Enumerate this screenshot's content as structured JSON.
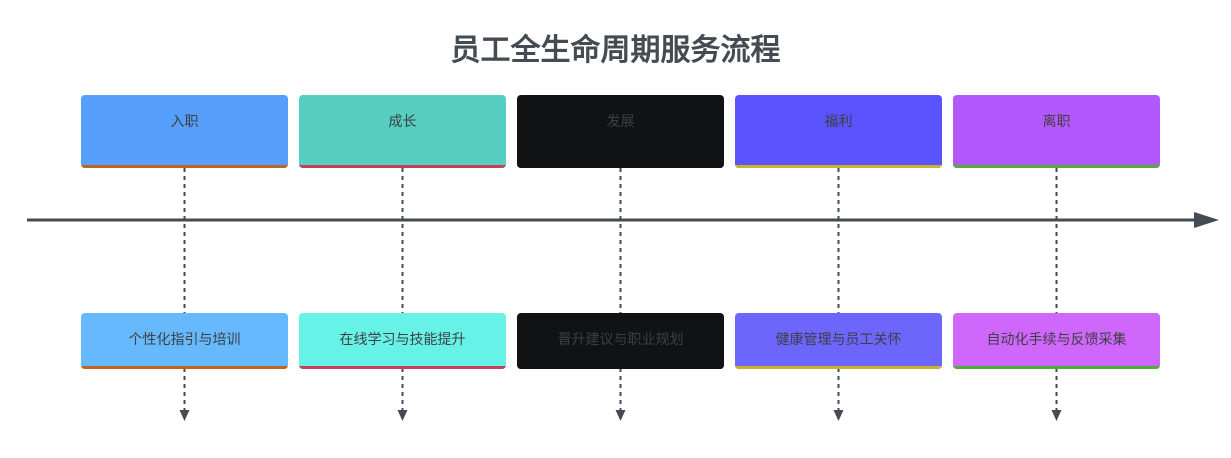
{
  "title": "员工全生命周期服务流程",
  "colors": {
    "axis": "#454b52",
    "connector": "#454b52"
  },
  "stages": [
    {
      "label": "入职",
      "color": "#569ffd",
      "accent": "#c0651f"
    },
    {
      "label": "成长",
      "color": "#56cec2",
      "accent": "#c4415c"
    },
    {
      "label": "发展",
      "color": "#111214",
      "accent": "#111214"
    },
    {
      "label": "福利",
      "color": "#5b53fd",
      "accent": "#c7b428"
    },
    {
      "label": "离职",
      "color": "#b358fd",
      "accent": "#4fae33"
    }
  ],
  "services": [
    {
      "label": "个性化指引与培训",
      "color": "#66b9fd",
      "accent": "#c0651f"
    },
    {
      "label": "在线学习与技能提升",
      "color": "#66f2e6",
      "accent": "#c4415c"
    },
    {
      "label": "晋升建议与职业规划",
      "color": "#111214",
      "accent": "#111214"
    },
    {
      "label": "健康管理与员工关怀",
      "color": "#6c66fd",
      "accent": "#c7b428"
    },
    {
      "label": "自动化手续与反馈采集",
      "color": "#d067fd",
      "accent": "#4fae33"
    }
  ]
}
